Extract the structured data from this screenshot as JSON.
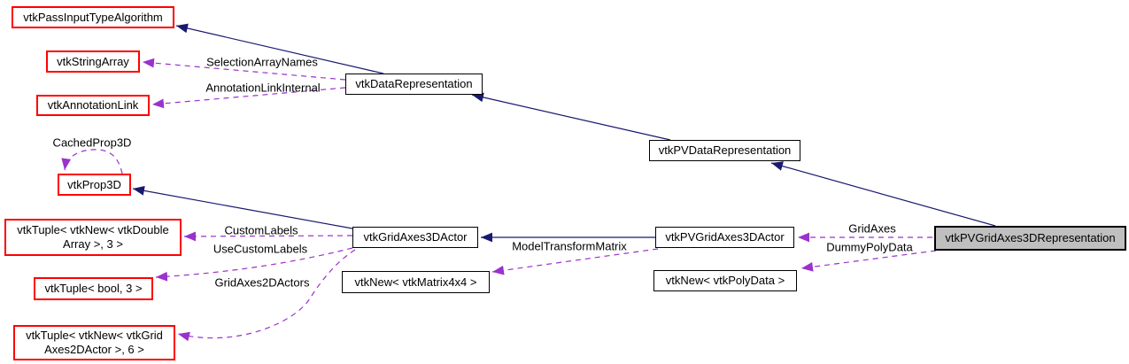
{
  "diagram": {
    "kind": "doxygen-collaboration-graph",
    "main_class": "vtkPVGridAxes3DRepresentation"
  },
  "colors": {
    "inheritance_edge": "#191970",
    "usage_edge": "#9a32cd",
    "truncated_node_border": "#ff0000",
    "node_border": "#000000",
    "node_fill": "#ffffff",
    "main_node_fill": "#bfbfbf",
    "text": "#000000",
    "background": "#ffffff"
  },
  "nodes": [
    {
      "label": "vtkPassInputTypeAlgorithm",
      "style": "truncated"
    },
    {
      "label": "vtkStringArray",
      "style": "truncated"
    },
    {
      "label": "vtkAnnotationLink",
      "style": "truncated"
    },
    {
      "label": "vtkDataRepresentation",
      "style": "normal"
    },
    {
      "label": "vtkPVDataRepresentation",
      "style": "normal"
    },
    {
      "label": "vtkProp3D",
      "style": "truncated"
    },
    {
      "label": "vtkTuple< vtkNew< vtkDouble\nArray >, 3 >",
      "style": "truncated"
    },
    {
      "label": "vtkGridAxes3DActor",
      "style": "normal"
    },
    {
      "label": "vtkPVGridAxes3DActor",
      "style": "normal"
    },
    {
      "label": "vtkPVGridAxes3DRepresentation",
      "style": "main"
    },
    {
      "label": "vtkTuple< bool, 3 >",
      "style": "truncated"
    },
    {
      "label": "vtkNew< vtkMatrix4x4 >",
      "style": "normal"
    },
    {
      "label": "vtkNew< vtkPolyData >",
      "style": "normal"
    },
    {
      "label": "vtkTuple< vtkNew< vtkGrid\nAxes2DActor >, 6 >",
      "style": "truncated"
    }
  ],
  "edges": [
    {
      "from": "vtkDataRepresentation",
      "to": "vtkPassInputTypeAlgorithm",
      "type": "inheritance",
      "label": ""
    },
    {
      "from": "vtkPVDataRepresentation",
      "to": "vtkDataRepresentation",
      "type": "inheritance",
      "label": ""
    },
    {
      "from": "vtkPVGridAxes3DRepresentation",
      "to": "vtkPVDataRepresentation",
      "type": "inheritance",
      "label": ""
    },
    {
      "from": "vtkPVGridAxes3DActor",
      "to": "vtkGridAxes3DActor",
      "type": "inheritance",
      "label": ""
    },
    {
      "from": "vtkGridAxes3DActor",
      "to": "vtkProp3D",
      "type": "inheritance",
      "label": ""
    },
    {
      "from": "vtkDataRepresentation",
      "to": "vtkStringArray",
      "type": "usage",
      "label": "SelectionArrayNames"
    },
    {
      "from": "vtkDataRepresentation",
      "to": "vtkAnnotationLink",
      "type": "usage",
      "label": "AnnotationLinkInternal"
    },
    {
      "from": "vtkProp3D",
      "to": "vtkProp3D",
      "type": "usage",
      "label": "CachedProp3D"
    },
    {
      "from": "vtkGridAxes3DActor",
      "to": "vtkTuple< vtkNew< vtkDoubleArray >, 3 >",
      "type": "usage",
      "label": "CustomLabels"
    },
    {
      "from": "vtkGridAxes3DActor",
      "to": "vtkTuple< bool, 3 >",
      "type": "usage",
      "label": "UseCustomLabels"
    },
    {
      "from": "vtkGridAxes3DActor",
      "to": "vtkTuple< vtkNew< vtkGridAxes2DActor >, 6 >",
      "type": "usage",
      "label": "GridAxes2DActors"
    },
    {
      "from": "vtkPVGridAxes3DActor",
      "to": "vtkNew< vtkMatrix4x4 >",
      "type": "usage",
      "label": "ModelTransformMatrix"
    },
    {
      "from": "vtkPVGridAxes3DRepresentation",
      "to": "vtkPVGridAxes3DActor",
      "type": "usage",
      "label": "GridAxes"
    },
    {
      "from": "vtkPVGridAxes3DRepresentation",
      "to": "vtkNew< vtkPolyData >",
      "type": "usage",
      "label": "DummyPolyData"
    }
  ]
}
